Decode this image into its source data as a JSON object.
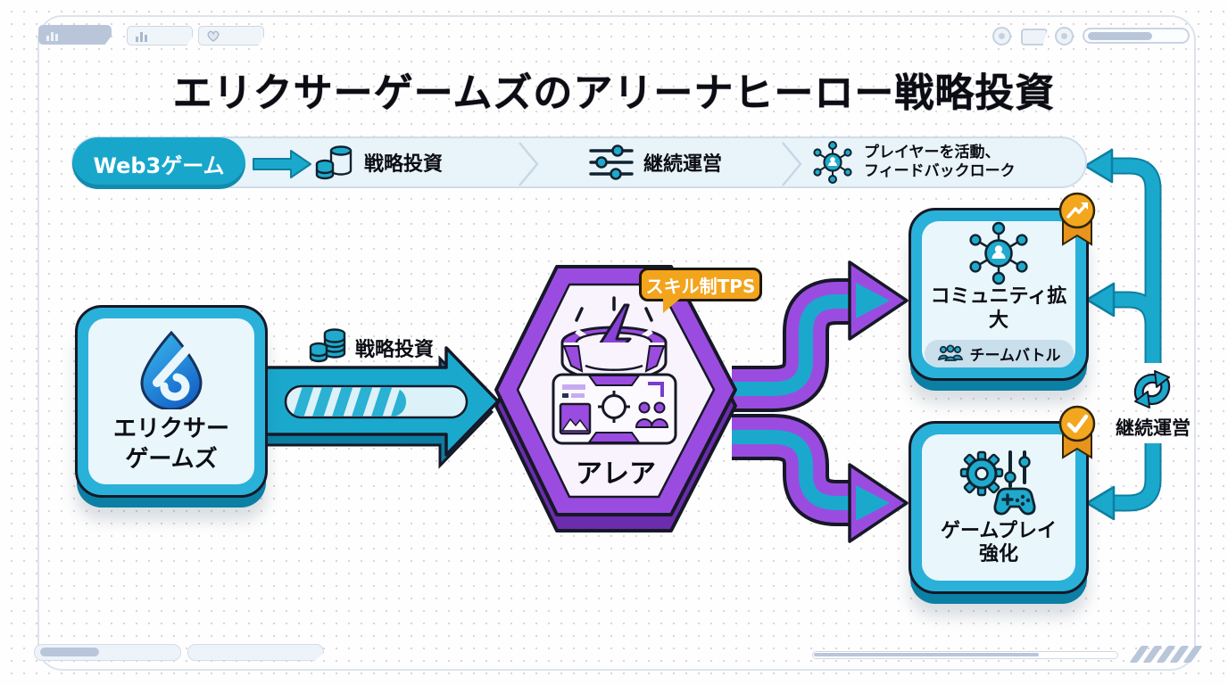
{
  "title": "エリクサーゲームズのアリーナヒーロー戦略投資",
  "flow_bar": {
    "step1": {
      "label": "Web3ゲーム"
    },
    "step2": {
      "label": "戦略投資",
      "icon": "coins-icon"
    },
    "step3": {
      "label": "継続運営",
      "icon": "sliders-icon"
    },
    "step4": {
      "label_line1": "プレイヤーを活動、",
      "label_line2": "フィードバックローク",
      "icon": "player-network-icon"
    }
  },
  "diagram": {
    "source_box": {
      "label_line1": "エリクサー",
      "label_line2": "ゲームズ",
      "icon": "elixir-drop-logo"
    },
    "investment_arrow": {
      "label": "戦略投資",
      "icon": "coins-icon"
    },
    "arena_node": {
      "label": "アレア",
      "badge": "スキル制TPS",
      "icon": "arena-shooter-hud-icon"
    },
    "community_box": {
      "label": "コミュニティ拡大",
      "badge_label": "チームバトル",
      "ribbon_icon": "trend-up-icon",
      "icon": "community-network-icon"
    },
    "gameplay_box": {
      "label_line1": "ゲームプレイ",
      "label_line2": "強化",
      "ribbon_icon": "check-icon",
      "icon": "gameplay-tuning-icon"
    },
    "feedback_loop": {
      "label": "継続運営",
      "icon": "sync-icon"
    }
  },
  "chrome": {
    "tabs": [
      {
        "icon": "bar-chart-icon",
        "active": true
      },
      {
        "icon": "bar-chart-icon",
        "active": false
      },
      {
        "icon": "heart-icon",
        "active": false
      }
    ],
    "top_right_icons": [
      "circle-icon",
      "tag-icon",
      "circle-icon"
    ],
    "progress_bars": 3
  },
  "colors": {
    "teal": "#18a7cb",
    "teal_dark": "#0c7fa4",
    "purple": "#9b4ce0",
    "purple_dark": "#6b2dad",
    "orange": "#f2a41d",
    "ink": "#161827",
    "panel_blue": "#e9f6fc",
    "panel_lavender": "#f8f3fd",
    "bar_bg": "#e9f3fa",
    "chrome_gray": "#b9c6da"
  }
}
